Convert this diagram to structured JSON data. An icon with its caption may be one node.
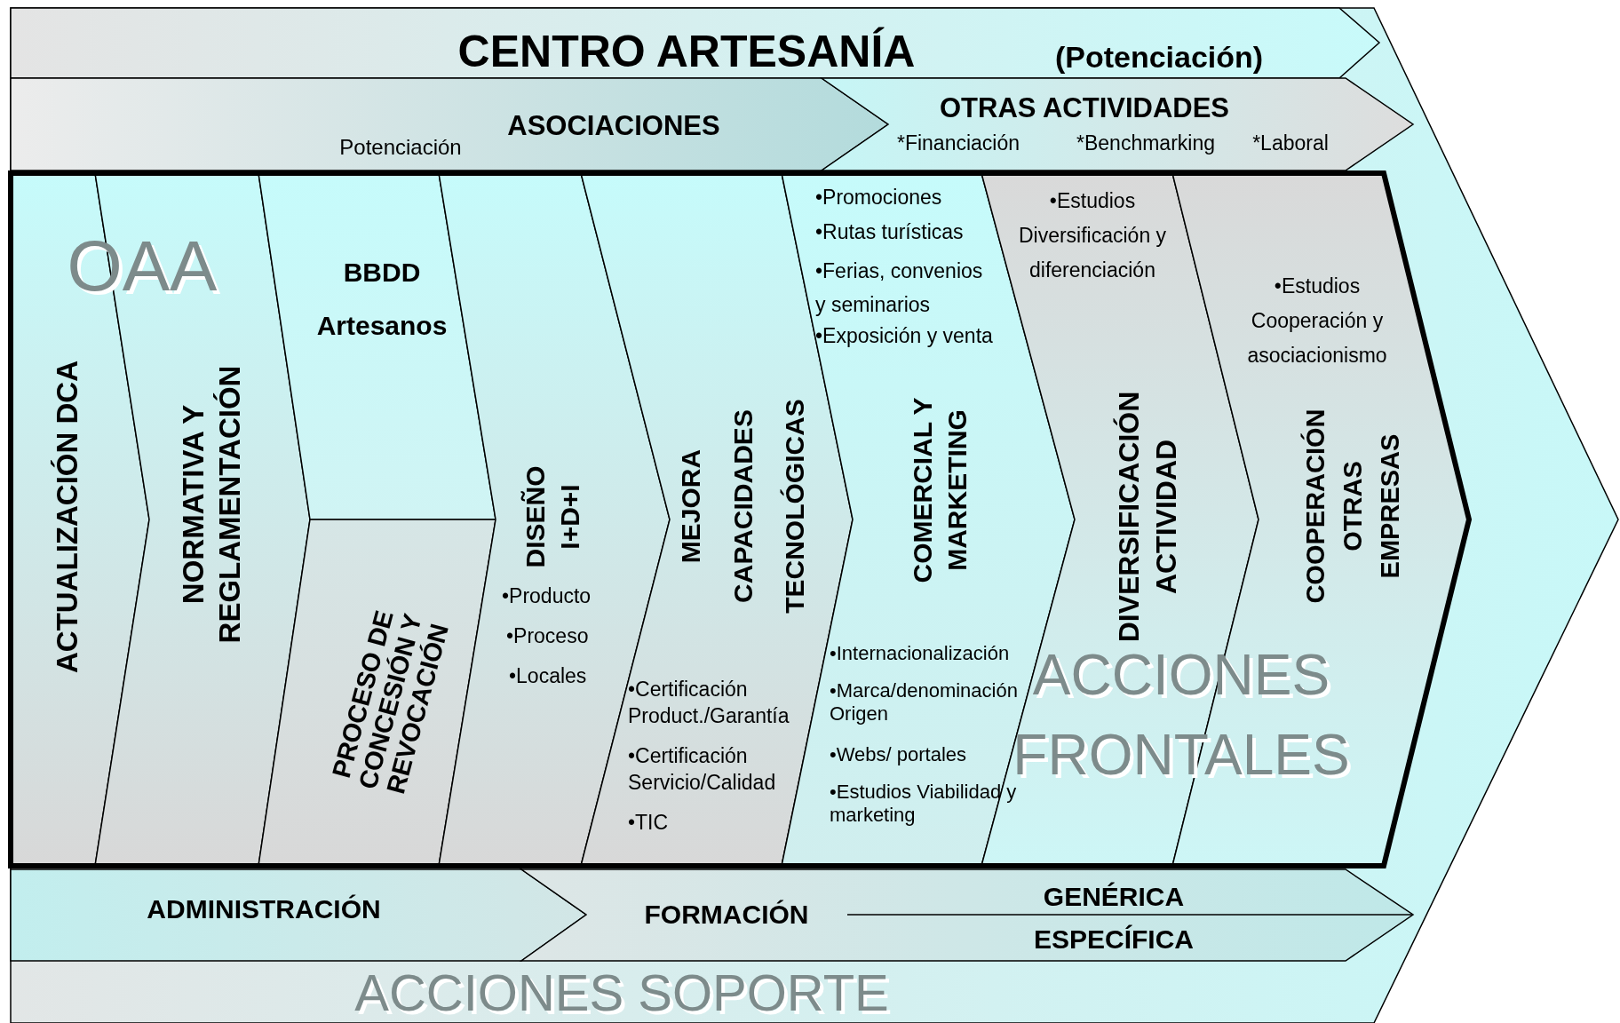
{
  "diagram": {
    "nodes": [
      {
        "text": [
          "CENTRO ARTESANÍA",
          "(Potenciación)"
        ]
      },
      {
        "text": [
          "Potenciación",
          "ASOCIACIONES"
        ]
      },
      {
        "text": [
          "OTRAS ACTIVIDADES",
          "*Financiación",
          "*Benchmarking",
          "*Laboral"
        ]
      },
      {
        "text": [],
        "shape": "chevron"
      },
      {
        "text": [
          "ACTUALIZACIÓN DCA"
        ],
        "in": 3
      },
      {
        "text": [
          "NORMATIVA Y REGLAMENTACIÓN"
        ],
        "in": 3
      },
      {
        "text": [
          "BBDD Artesanos"
        ],
        "in": 3
      },
      {
        "text": [
          "PROCESO DE CONCESIÓN Y REVOCACIÓN"
        ],
        "in": 3
      },
      {
        "text": [
          "DISEÑO I+D+I",
          "•Producto",
          "•Proceso",
          "•Locales"
        ],
        "in": 3
      },
      {
        "text": [
          "MEJORA CAPACIDADES TECNOLÓGICAS",
          "•Certificación Product./Garantía",
          "•Certificación Servicio/Calidad",
          "•TIC"
        ],
        "in": 3
      },
      {
        "text": [
          "•Promociones",
          "•Rutas turísticas",
          "•Ferias, convenios y seminarios",
          "•Exposición y venta",
          "COMERCIAL Y MARKETING",
          "•Internacionalización",
          "•Marca/denominación Origen",
          "•Webs/ portales",
          "•Estudios Viabilidad y marketing"
        ],
        "in": 3
      },
      {
        "text": [
          "•Estudios Diversificación y diferenciación",
          "DIVERSIFICACIÓN ACTIVIDAD"
        ],
        "in": 3
      },
      {
        "text": [
          "•Estudios Cooperación y asociacionismo",
          "COOPERACIÓN OTRAS EMPRESAS"
        ],
        "in": 3
      },
      {
        "text": [
          "ADMINISTRACIÓN"
        ]
      },
      {
        "text": [
          "FORMACIÓN"
        ]
      },
      {
        "text": [
          "GENÉRICA"
        ],
        "in": 14
      },
      {
        "text": [
          "ESPECÍFICA"
        ],
        "in": 14
      }
    ],
    "labels": [
      "ACCIONES",
      "OAA",
      "FRONTALES",
      "ACCIONES SOPORTE"
    ]
  }
}
